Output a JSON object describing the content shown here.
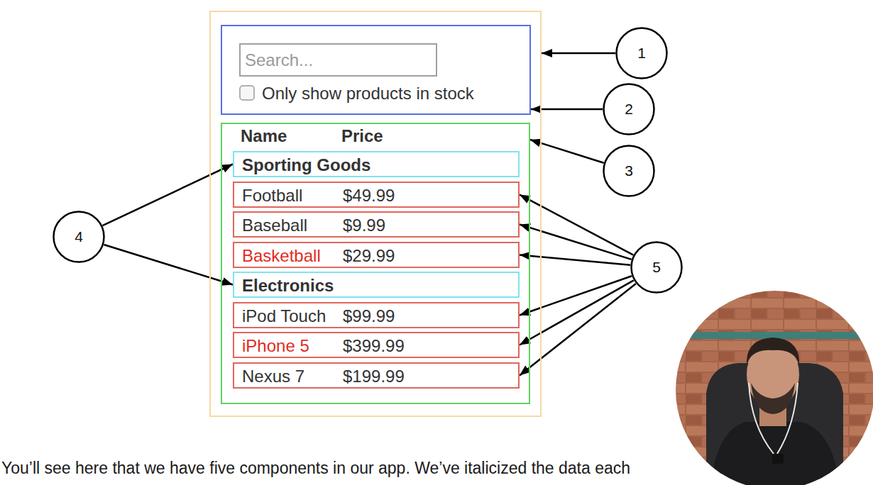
{
  "diagram": {
    "caption": "You’ll see here that we have five components in our app. We’ve italicized the data each",
    "nodes": [
      {
        "text": []
      },
      {
        "text": [
          "Only show products in stock"
        ],
        "in": 0
      },
      {
        "text": [
          "Search..."
        ],
        "in": 1
      },
      {
        "text": [
          "Name",
          "Price"
        ],
        "in": 0
      },
      {
        "text": [
          "Sporting Goods"
        ],
        "in": 3
      },
      {
        "text": [
          "Football",
          "$49.99"
        ],
        "in": 3
      },
      {
        "text": [
          "Baseball",
          "$9.99"
        ],
        "in": 3
      },
      {
        "text": [
          "Basketball",
          "$29.99"
        ],
        "in": 3
      },
      {
        "text": [
          "Electronics"
        ],
        "in": 3
      },
      {
        "text": [
          "iPod Touch",
          "$99.99"
        ],
        "in": 3
      },
      {
        "text": [
          "iPhone 5",
          "$399.99"
        ],
        "in": 3
      },
      {
        "text": [
          "Nexus 7",
          "$199.99"
        ],
        "in": 3
      },
      {
        "text": [
          "1"
        ]
      },
      {
        "text": [
          "2"
        ]
      },
      {
        "text": [
          "3"
        ]
      },
      {
        "text": [
          "4"
        ]
      },
      {
        "text": [
          "5"
        ]
      }
    ],
    "edges": [
      {
        "from": 12,
        "to": 0,
        "arrow": "to"
      },
      {
        "from": 13,
        "to": 1,
        "arrow": "to"
      },
      {
        "from": 14,
        "to": 3,
        "arrow": "to"
      },
      {
        "from": 15,
        "to": 4,
        "arrow": "to"
      },
      {
        "from": 15,
        "to": 8,
        "arrow": "to"
      },
      {
        "from": 16,
        "to": 5,
        "arrow": "to"
      },
      {
        "from": 16,
        "to": 6,
        "arrow": "to"
      },
      {
        "from": 16,
        "to": 7,
        "arrow": "to"
      },
      {
        "from": 16,
        "to": 9,
        "arrow": "to"
      },
      {
        "from": 16,
        "to": 10,
        "arrow": "to"
      },
      {
        "from": 16,
        "to": 11,
        "arrow": "to"
      }
    ]
  }
}
